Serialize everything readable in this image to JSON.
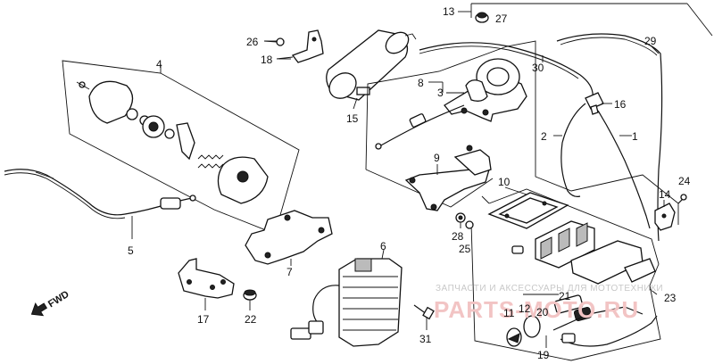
{
  "labels": {
    "l1": "1",
    "l2": "2",
    "l3": "3",
    "l4": "4",
    "l5": "5",
    "l6": "6",
    "l7": "7",
    "l8": "8",
    "l9": "9",
    "l10": "10",
    "l11": "11",
    "l12": "12",
    "l13": "13",
    "l14": "14",
    "l15": "15",
    "l16": "16",
    "l17": "17",
    "l18": "18",
    "l19": "19",
    "l20": "20",
    "l21": "21",
    "l22": "22",
    "l23": "23",
    "l24": "24",
    "l25": "25",
    "l26": "26",
    "l27": "27",
    "l28": "28",
    "l29": "29",
    "l30": "30",
    "l31": "31"
  },
  "fwd": "FWD",
  "watermark": {
    "text_small": "ЗАПЧАСТИ И АКСЕССУАРЫ ДЛЯ МОТОТЕХНИКИ",
    "text_large": "PARTS-MOTO.RU"
  },
  "colors": {
    "line": "#111111",
    "watermark_text": "#c8c8c8",
    "watermark_logo": "#f2c4c4"
  }
}
